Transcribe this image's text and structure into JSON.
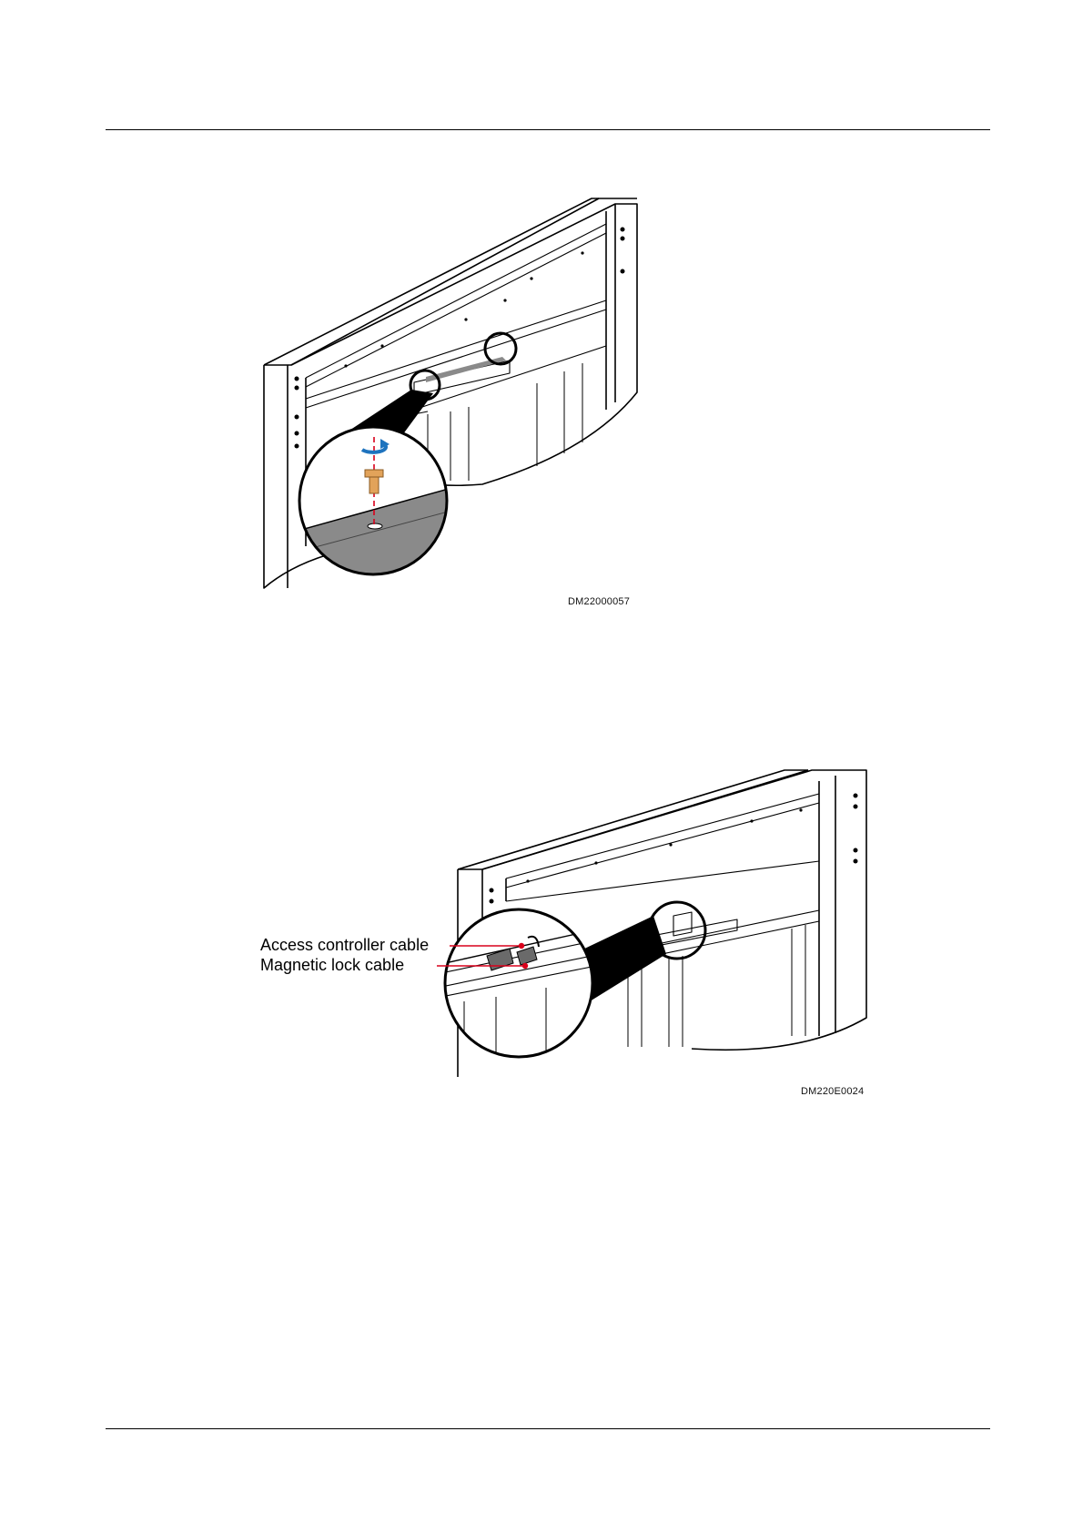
{
  "figures": [
    {
      "id": "DM22000057"
    },
    {
      "id": "DM220E0024",
      "callouts": [
        "Access controller cable",
        "Magnetic lock cable"
      ]
    }
  ],
  "colors": {
    "line": "#000000",
    "callout_red": "#d9001b",
    "rotate_arrow": "#1e73be",
    "screw": "#e2a35a",
    "shade": "#8a8a8a"
  }
}
